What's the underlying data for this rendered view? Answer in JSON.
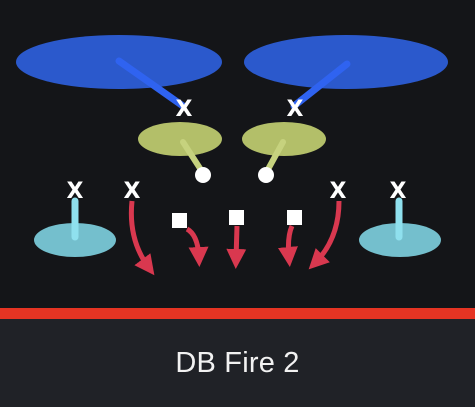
{
  "play": {
    "name": "DB Fire 2"
  },
  "colors": {
    "background": "#141518",
    "caption_background": "#202227",
    "line_of_scrimmage": "#e53423",
    "deep_zone": "#2b59cc",
    "deep_zone_path": "#2f63f0",
    "hook_zone": "#b3bf69",
    "hook_zone_path": "#c6d27e",
    "flat_zone": "#74bfcd",
    "flat_zone_path": "#8fe0ee",
    "blitz_arrow": "#d9384f",
    "defender_mark": "#ffffff",
    "lineman_block": "#ffffff",
    "caption_text": "#f2f2f2"
  },
  "icons": {
    "defender": "x-mark",
    "lineman": "square",
    "hook_endpoint": "circle"
  }
}
